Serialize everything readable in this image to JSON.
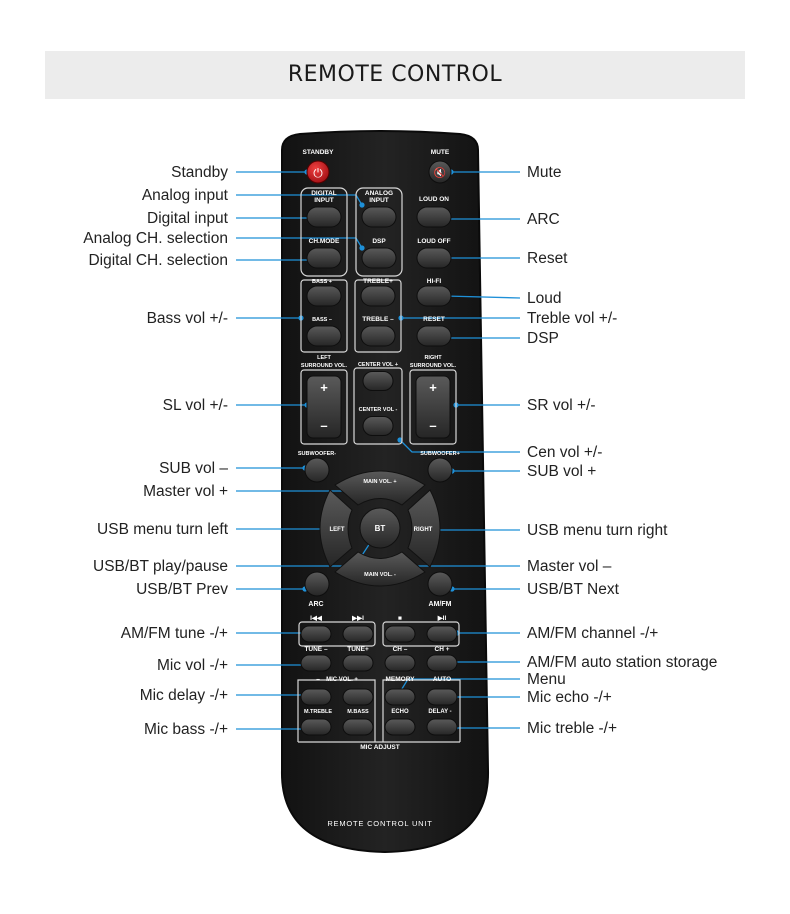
{
  "header": {
    "title": "REMOTE CONTROL"
  },
  "remote": {
    "footer": "REMOTE CONTROL UNIT",
    "labels": {
      "standby": "STANDBY",
      "mute": "MUTE",
      "digital_input_1": "DIGITAL",
      "digital_input_2": "INPUT",
      "analog_input_1": "ANALOG",
      "analog_input_2": "INPUT",
      "loud_on": "LOUD ON",
      "ch_mode": "CH.MODE",
      "dsp": "DSP",
      "loud_off": "LOUD OFF",
      "bass_plus": "BASS +",
      "treble_plus": "TREBLE+",
      "hifi": "HI-FI",
      "bass_minus": "BASS –",
      "treble_minus": "TREBLE –",
      "reset": "RESET",
      "left_1": "LEFT",
      "left_2": "SURROUND VOL.",
      "center_vol_plus": "CENTER VOL +",
      "right_1": "RIGHT",
      "right_2": "SURROUND VOL.",
      "center_vol_minus": "CENTER VOL -",
      "plus": "+",
      "minus": "–",
      "subwoofer_minus": "SUBWOOFER-",
      "subwoofer_plus": "SUBWOOFER+",
      "main_vol_plus": "MAIN VOL. +",
      "main_vol_minus": "MAIN VOL. -",
      "left": "LEFT",
      "right": "RIGHT",
      "bt": "BT",
      "arc": "ARC",
      "amfm": "AM/FM",
      "prev": "I◀◀",
      "next": "▶▶I",
      "stop": "■",
      "play": "▶II",
      "tune_minus": "TUNE –",
      "tune_plus": "TUNE+",
      "ch_minus": "CH –",
      "ch_plus": "CH +",
      "mic_vol": "MIC VOL. +",
      "mic_vol_minus": "–",
      "memory": "MEMORY",
      "auto": "AUTO",
      "m_treble": "M.TREBLE",
      "m_bass": "M.BASS",
      "echo": "ECHO",
      "delay": "DELAY -",
      "mic_adjust": "MIC ADJUST"
    }
  },
  "callouts": {
    "left": [
      "Standby",
      "Analog input",
      "Digital input",
      "Analog CH. selection",
      "Digital CH. selection",
      "Bass vol +/-",
      "SL vol +/-",
      "SUB vol –",
      "Master vol +",
      "USB menu turn left",
      "USB/BT play/pause",
      "USB/BT Prev",
      "AM/FM tune -/+",
      "Mic vol -/+",
      "Mic delay -/+",
      "Mic bass -/+"
    ],
    "right": [
      "Mute",
      "ARC",
      "Reset",
      "Loud",
      "Treble vol +/-",
      "DSP",
      "SR vol +/-",
      "Cen vol +/-",
      "SUB vol +",
      "USB menu turn right",
      "Master vol –",
      "USB/BT Next",
      "AM/FM channel -/+",
      "AM/FM auto station storage",
      "Menu",
      "Mic echo -/+",
      "Mic treble -/+"
    ]
  },
  "colors": {
    "accent": "#1e90d8",
    "remote_body": "#1c1c1c",
    "button": "#3a3a3a",
    "standby": "#c8171d"
  }
}
